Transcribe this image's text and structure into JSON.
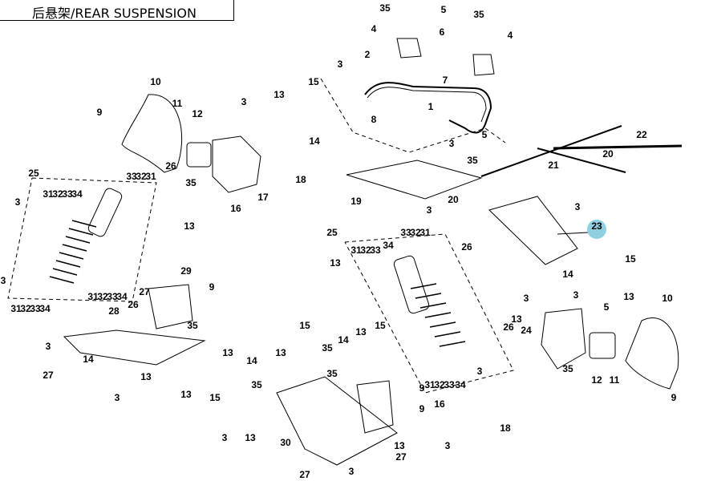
{
  "title": "后悬架/REAR SUSPENSION",
  "highlight_color": "#8fd0e0",
  "callouts": [
    {
      "id": "c35a",
      "label": "35"
    },
    {
      "id": "c4a",
      "label": "4"
    },
    {
      "id": "c5a",
      "label": "5"
    },
    {
      "id": "c6",
      "label": "6"
    },
    {
      "id": "c35b",
      "label": "35"
    },
    {
      "id": "c4b",
      "label": "4"
    },
    {
      "id": "c2",
      "label": "2"
    },
    {
      "id": "c3a",
      "label": "3"
    },
    {
      "id": "c7",
      "label": "7"
    },
    {
      "id": "c15a",
      "label": "15"
    },
    {
      "id": "c10a",
      "label": "10"
    },
    {
      "id": "c13a",
      "label": "13"
    },
    {
      "id": "c9a",
      "label": "9"
    },
    {
      "id": "c11a",
      "label": "11"
    },
    {
      "id": "c12a",
      "label": "12"
    },
    {
      "id": "c3b",
      "label": "3"
    },
    {
      "id": "c8",
      "label": "8"
    },
    {
      "id": "c1",
      "label": "1"
    },
    {
      "id": "c14a",
      "label": "14"
    },
    {
      "id": "c3c",
      "label": "3"
    },
    {
      "id": "c5b",
      "label": "5"
    },
    {
      "id": "c35c",
      "label": "35"
    },
    {
      "id": "c22",
      "label": "22"
    },
    {
      "id": "c20a",
      "label": "20"
    },
    {
      "id": "c25a",
      "label": "25"
    },
    {
      "id": "c26a",
      "label": "26"
    },
    {
      "id": "c18a",
      "label": "18"
    },
    {
      "id": "c21",
      "label": "21"
    },
    {
      "id": "c31a",
      "label": "31"
    },
    {
      "id": "c32a",
      "label": "32"
    },
    {
      "id": "c33a",
      "label": "33"
    },
    {
      "id": "c34a",
      "label": "34"
    },
    {
      "id": "c33b",
      "label": "33"
    },
    {
      "id": "c32b",
      "label": "32"
    },
    {
      "id": "c31b",
      "label": "31"
    },
    {
      "id": "c35d",
      "label": "35"
    },
    {
      "id": "c17",
      "label": "17"
    },
    {
      "id": "c19",
      "label": "19"
    },
    {
      "id": "c20b",
      "label": "20"
    },
    {
      "id": "c3d",
      "label": "3"
    },
    {
      "id": "c16a",
      "label": "16"
    },
    {
      "id": "c3e",
      "label": "3"
    },
    {
      "id": "c3f",
      "label": "3"
    },
    {
      "id": "c23",
      "label": "23"
    },
    {
      "id": "c13b",
      "label": "13"
    },
    {
      "id": "c25b",
      "label": "25"
    },
    {
      "id": "c33c",
      "label": "33"
    },
    {
      "id": "c32c",
      "label": "32"
    },
    {
      "id": "c31c",
      "label": "31"
    },
    {
      "id": "c26b",
      "label": "26"
    },
    {
      "id": "c31d",
      "label": "31"
    },
    {
      "id": "c32d",
      "label": "32"
    },
    {
      "id": "c33d",
      "label": "33"
    },
    {
      "id": "c34b",
      "label": "34"
    },
    {
      "id": "c15b",
      "label": "15"
    },
    {
      "id": "c29",
      "label": "29"
    },
    {
      "id": "c3g",
      "label": "3"
    },
    {
      "id": "c14b",
      "label": "14"
    },
    {
      "id": "c13c",
      "label": "13"
    },
    {
      "id": "c27a",
      "label": "27"
    },
    {
      "id": "c9b",
      "label": "9"
    },
    {
      "id": "c3h",
      "label": "3"
    },
    {
      "id": "c31e",
      "label": "31"
    },
    {
      "id": "c32e",
      "label": "32"
    },
    {
      "id": "c33e",
      "label": "33"
    },
    {
      "id": "c34c",
      "label": "34"
    },
    {
      "id": "c34d",
      "label": "34"
    },
    {
      "id": "c33f",
      "label": "33"
    },
    {
      "id": "c32f",
      "label": "32"
    },
    {
      "id": "c31f",
      "label": "31"
    },
    {
      "id": "c28",
      "label": "28"
    },
    {
      "id": "c26c",
      "label": "26"
    },
    {
      "id": "c35e",
      "label": "35"
    },
    {
      "id": "c15c",
      "label": "15"
    },
    {
      "id": "c5c",
      "label": "5"
    },
    {
      "id": "c13d",
      "label": "13"
    },
    {
      "id": "c10b",
      "label": "10"
    },
    {
      "id": "c3i",
      "label": "3"
    },
    {
      "id": "c13e",
      "label": "13"
    },
    {
      "id": "c13f",
      "label": "13"
    },
    {
      "id": "c15d",
      "label": "15"
    },
    {
      "id": "c24",
      "label": "24"
    },
    {
      "id": "c26d",
      "label": "26"
    },
    {
      "id": "c3j",
      "label": "3"
    },
    {
      "id": "c14c",
      "label": "14"
    },
    {
      "id": "c35f",
      "label": "35"
    },
    {
      "id": "c14d",
      "label": "14"
    },
    {
      "id": "c13g",
      "label": "13"
    },
    {
      "id": "c13h",
      "label": "13"
    },
    {
      "id": "c13i",
      "label": "13"
    },
    {
      "id": "c35g",
      "label": "35"
    },
    {
      "id": "c12b",
      "label": "12"
    },
    {
      "id": "c11b",
      "label": "11"
    },
    {
      "id": "c9c",
      "label": "9"
    },
    {
      "id": "c27b",
      "label": "27"
    },
    {
      "id": "c3k",
      "label": "3"
    },
    {
      "id": "c13j",
      "label": "13"
    },
    {
      "id": "c14e",
      "label": "14"
    },
    {
      "id": "c15e",
      "label": "15"
    },
    {
      "id": "c9d",
      "label": "9"
    },
    {
      "id": "c35h",
      "label": "35"
    },
    {
      "id": "c35i",
      "label": "35"
    },
    {
      "id": "c31g",
      "label": "31"
    },
    {
      "id": "c32g",
      "label": "32"
    },
    {
      "id": "c33g",
      "label": "33"
    },
    {
      "id": "c34e",
      "label": "34"
    },
    {
      "id": "c3l",
      "label": "3"
    },
    {
      "id": "c9e",
      "label": "9"
    },
    {
      "id": "c16b",
      "label": "16"
    },
    {
      "id": "c3m",
      "label": "3"
    },
    {
      "id": "c13k",
      "label": "13"
    },
    {
      "id": "c30",
      "label": "30"
    },
    {
      "id": "c18b",
      "label": "18"
    },
    {
      "id": "c3n",
      "label": "3"
    },
    {
      "id": "c13l",
      "label": "13"
    },
    {
      "id": "c27c",
      "label": "27"
    },
    {
      "id": "c27d",
      "label": "27"
    },
    {
      "id": "c3o",
      "label": "3"
    }
  ]
}
